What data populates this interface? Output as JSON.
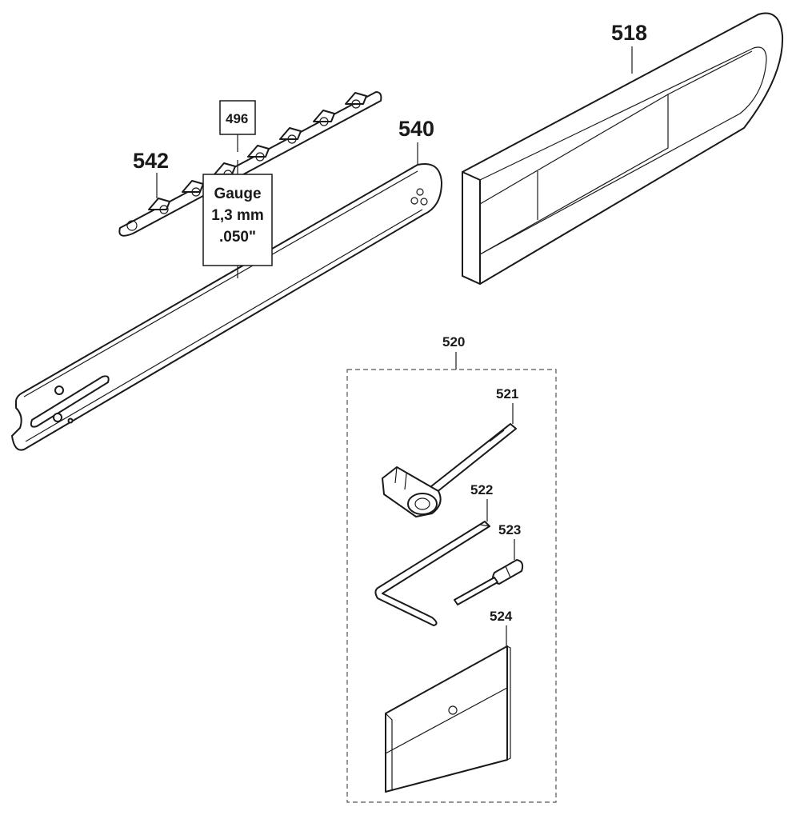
{
  "callouts": {
    "p518": "518",
    "p540": "540",
    "p542": "542",
    "p496": "496",
    "p520": "520",
    "p521": "521",
    "p522": "522",
    "p523": "523",
    "p524": "524"
  },
  "gauge_label": {
    "line1": "Gauge",
    "line2": "1,3 mm",
    "line3": ".050\""
  },
  "colors": {
    "line": "#1a1a1a",
    "background": "#ffffff"
  }
}
